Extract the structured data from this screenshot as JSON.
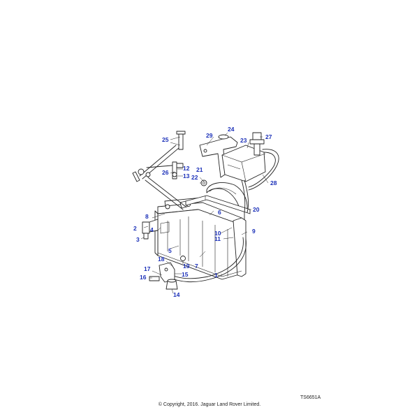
{
  "diagram": {
    "reference_code": "TS6651A",
    "copyright": "© Copyright, 2016. Jaguar Land Rover Limited.",
    "callouts": [
      "1",
      "2",
      "3",
      "4",
      "5",
      "6",
      "7",
      "8",
      "9",
      "10",
      "11",
      "12",
      "13",
      "14",
      "15",
      "16",
      "17",
      "18",
      "19",
      "20",
      "21",
      "22",
      "23",
      "24",
      "25",
      "26",
      "27",
      "28",
      "29"
    ],
    "callout_color": "#1a2fb8"
  }
}
